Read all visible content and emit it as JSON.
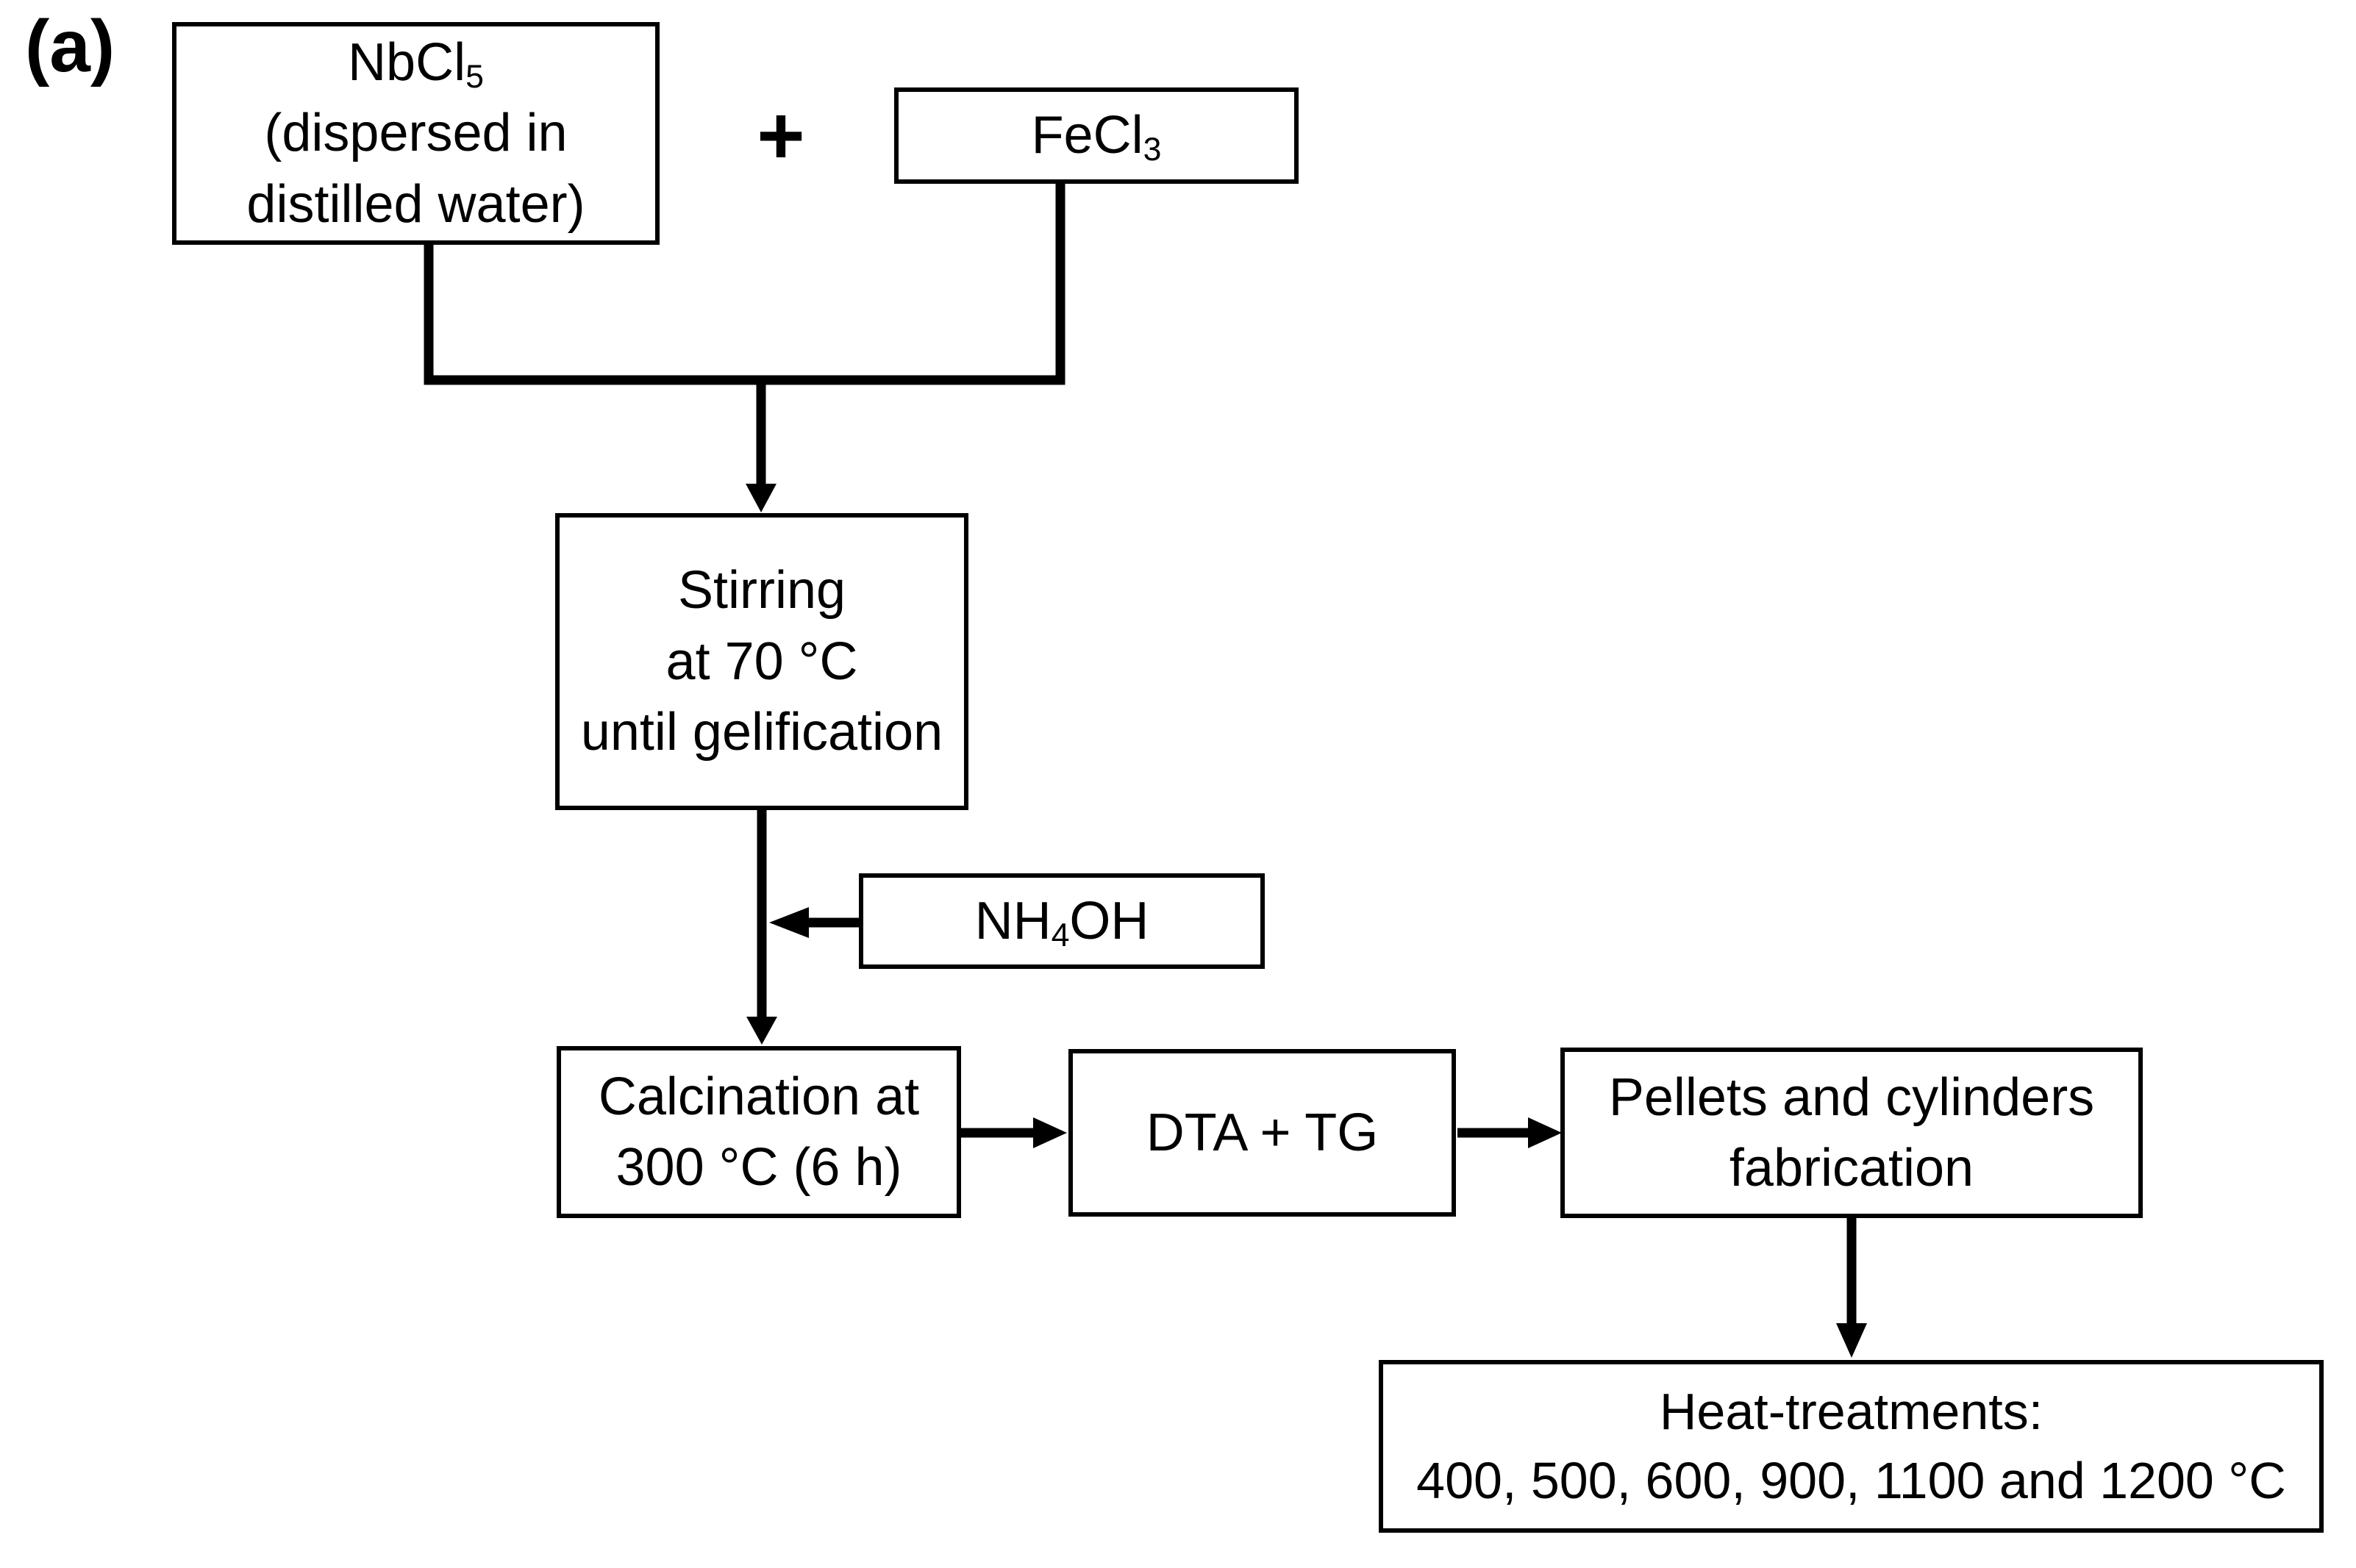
{
  "figure": {
    "panel_label": "(a)",
    "operator_plus": "+",
    "colors": {
      "ink": "#000000",
      "background": "#ffffff"
    },
    "nodes": {
      "nbcl5": {
        "formula": {
          "base": "NbCl",
          "sub": "5"
        },
        "line2": "(dispersed in",
        "line3": "distilled water)"
      },
      "fecl3": {
        "formula": {
          "base": "FeCl",
          "sub": "3"
        }
      },
      "stirring": {
        "line1": "Stirring",
        "line2": "at 70 °C",
        "line3": "until gelification"
      },
      "nh4oh": {
        "formula": {
          "base": "NH",
          "sub": "4",
          "tail": "OH"
        }
      },
      "calcination": {
        "line1": "Calcination at",
        "line2": "300 °C (6 h)"
      },
      "dta_tg": {
        "line1": "DTA + TG"
      },
      "pellets": {
        "line1": "Pellets and cylinders",
        "line2": "fabrication"
      },
      "heat_treatments": {
        "line1": "Heat-treatments:",
        "line2": "400, 500, 600, 900, 1100 and 1200 °C"
      }
    }
  }
}
